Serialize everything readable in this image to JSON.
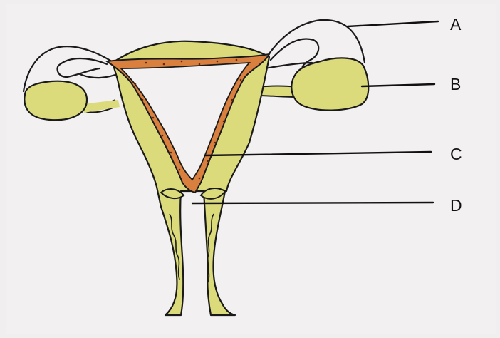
{
  "labels": {
    "a": "A",
    "b": "B",
    "c": "C",
    "d": "D"
  },
  "colors": {
    "tissue": "#dcdb7c",
    "endometrium": "#d9803f",
    "outline": "#1a1a1a",
    "background": "#f3f0f1"
  }
}
